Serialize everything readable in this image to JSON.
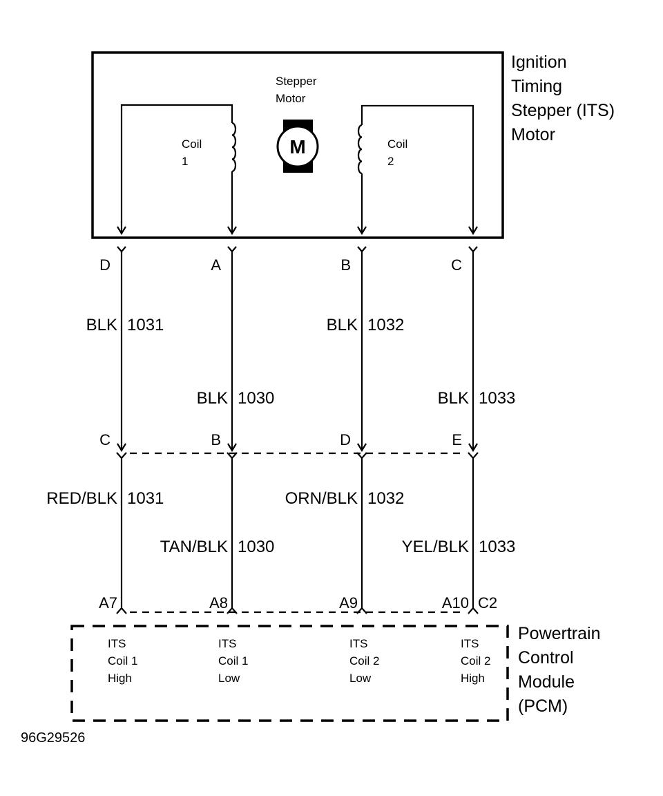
{
  "component_top": {
    "title_lines": [
      "Ignition",
      "Timing",
      "Stepper (ITS)",
      "Motor"
    ],
    "motor_label_lines": [
      "Stepper",
      "Motor"
    ],
    "motor_symbol": "M",
    "coil1_lines": [
      "Coil",
      "1"
    ],
    "coil2_lines": [
      "Coil",
      "2"
    ]
  },
  "wires": [
    {
      "upper_pin": "D",
      "upper_color": "BLK",
      "upper_circuit": "1031",
      "mid_pin": "C",
      "lower_color": "RED/BLK",
      "lower_circuit": "1031",
      "pcm_pin": "A7",
      "pcm_function_lines": [
        "ITS",
        "Coil 1",
        "High"
      ]
    },
    {
      "upper_pin": "A",
      "upper_color": "BLK",
      "upper_circuit": "1030",
      "mid_pin": "B",
      "lower_color": "TAN/BLK",
      "lower_circuit": "1030",
      "pcm_pin": "A8",
      "pcm_function_lines": [
        "ITS",
        "Coil 1",
        "Low"
      ]
    },
    {
      "upper_pin": "B",
      "upper_color": "BLK",
      "upper_circuit": "1032",
      "mid_pin": "D",
      "lower_color": "ORN/BLK",
      "lower_circuit": "1032",
      "pcm_pin": "A9",
      "pcm_function_lines": [
        "ITS",
        "Coil 2",
        "Low"
      ]
    },
    {
      "upper_pin": "C",
      "upper_color": "BLK",
      "upper_circuit": "1033",
      "mid_pin": "E",
      "lower_color": "YEL/BLK",
      "lower_circuit": "1033",
      "pcm_pin": "A10",
      "pcm_function_lines": [
        "ITS",
        "Coil 2",
        "High"
      ]
    }
  ],
  "pcm": {
    "connector_label": "C2",
    "title_lines": [
      "Powertrain",
      "Control",
      "Module",
      "(PCM)"
    ]
  },
  "figure_id": "96G29526"
}
